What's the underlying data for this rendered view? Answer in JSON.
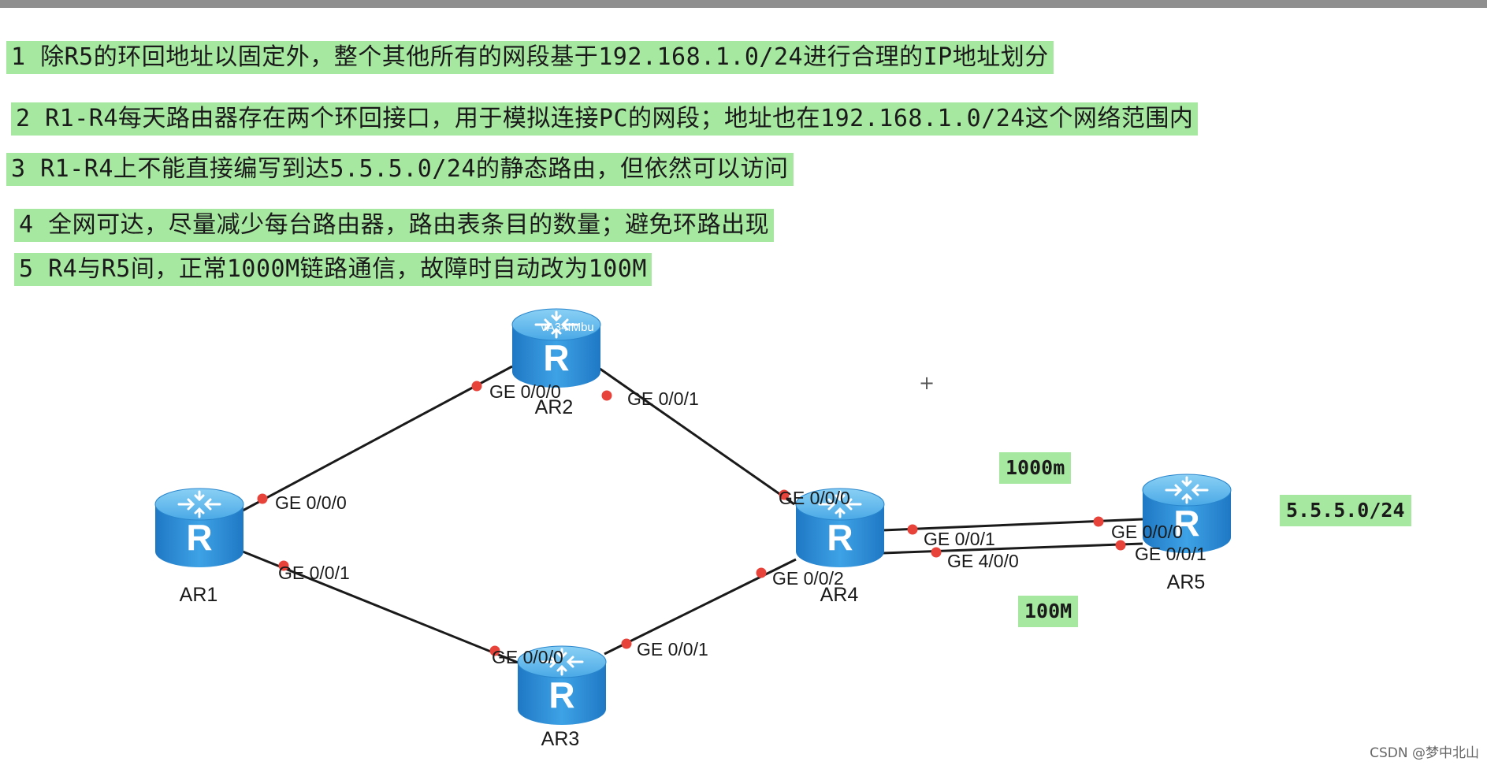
{
  "requirements": [
    "1 除R5的环回地址以固定外，整个其他所有的网段基于192.168.1.0/24进行合理的IP地址划分",
    "2 R1-R4每天路由器存在两个环回接口，用于模拟连接PC的网段；地址也在192.168.1.0/24这个网络范围内",
    "3 R1-R4上不能直接编写到达5.5.5.0/24的静态路由，但依然可以访问",
    "4 全网可达，尽量减少每台路由器，路由表条目的数量；避免环路出现",
    "5 R4与R5间，正常1000M链路通信，故障时自动改为100M"
  ],
  "topology": {
    "routers": [
      {
        "name": "AR1",
        "icon_label": "R"
      },
      {
        "name": "AR2",
        "icon_label": "R",
        "overlay_text": "vA34IMbu"
      },
      {
        "name": "AR3",
        "icon_label": "R"
      },
      {
        "name": "AR4",
        "icon_label": "R"
      },
      {
        "name": "AR5",
        "icon_label": "R"
      }
    ],
    "interfaces": {
      "ar1_g000": "GE 0/0/0",
      "ar1_g001": "GE 0/0/1",
      "ar2_g000": "GE 0/0/0",
      "ar2_g001": "GE 0/0/1",
      "ar3_g000": "GE 0/0/0",
      "ar3_g001": "GE 0/0/1",
      "ar4_g000": "GE 0/0/0",
      "ar4_g001": "GE 0/0/1",
      "ar4_g002": "GE 0/0/2",
      "ar4_g400": "GE 4/0/0",
      "ar5_g000": "GE 0/0/0",
      "ar5_g001": "GE 0/0/1"
    },
    "link_labels": {
      "fast": "1000m",
      "slow": "100M",
      "network": "5.5.5.0/24"
    }
  },
  "cursor_glyph": "+",
  "watermark": "CSDN @梦中北山",
  "colors": {
    "highlight": "#a6e8a0",
    "router_top": "#5db4e8",
    "router_body": "#2f8fd8",
    "link": "#1a1a1a",
    "port": "#e8433a"
  }
}
